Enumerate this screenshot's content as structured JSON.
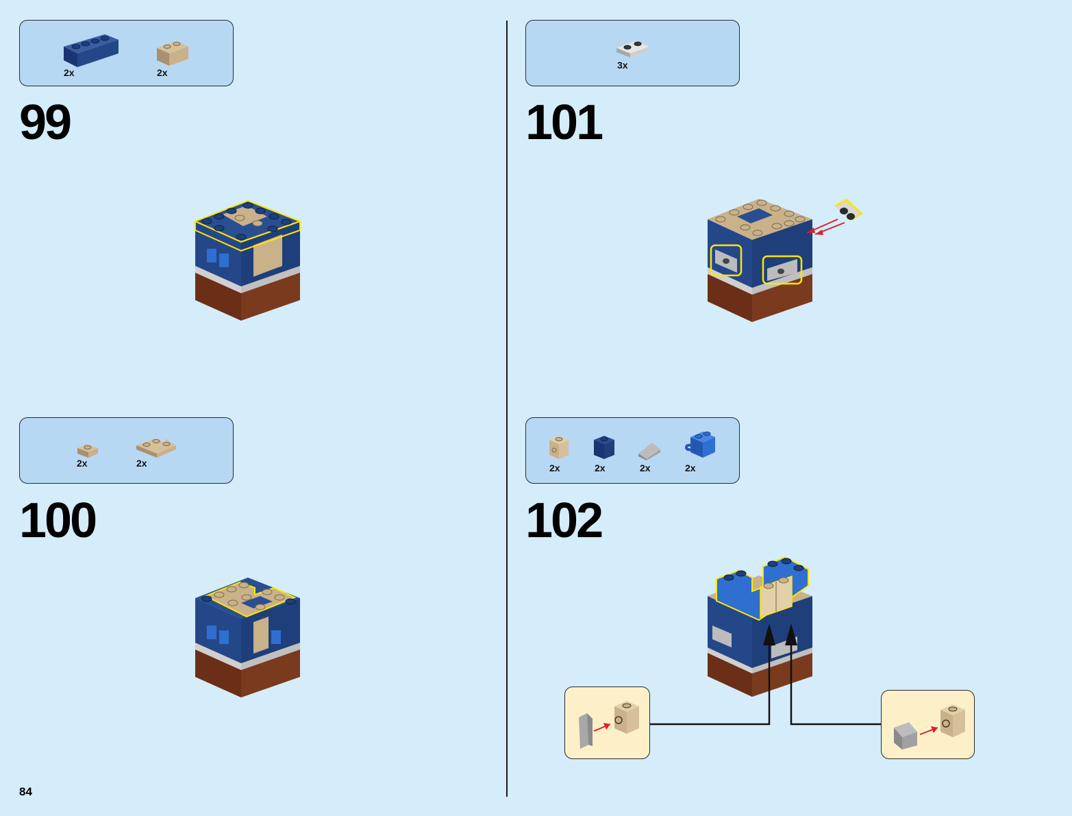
{
  "page_number": "84",
  "colors": {
    "background": "#d5ecfa",
    "parts_box": "#b7d8f3",
    "callout": "#fdf0c8",
    "dark_blue": "#1e3f7a",
    "medium_blue": "#2f6fd0",
    "tan": "#c9b18a",
    "reddish_brown": "#7a3a1e",
    "light_gray": "#cfcfcf",
    "highlight": "#ffe600",
    "arrow_red": "#d8202a"
  },
  "steps": [
    {
      "number": "99",
      "parts": [
        {
          "icon": "dark-blue-brick-1x4-icon",
          "qty": "2x"
        },
        {
          "icon": "tan-brick-1x2-icon",
          "qty": "2x"
        }
      ]
    },
    {
      "number": "100",
      "parts": [
        {
          "icon": "tan-plate-1x1-icon",
          "qty": "2x"
        },
        {
          "icon": "tan-corner-plate-icon",
          "qty": "2x"
        }
      ]
    },
    {
      "number": "101",
      "parts": [
        {
          "icon": "light-gray-plate-1x2-icon",
          "qty": "3x"
        }
      ]
    },
    {
      "number": "102",
      "parts": [
        {
          "icon": "tan-bracket-brick-icon",
          "qty": "2x"
        },
        {
          "icon": "dark-blue-brick-1x1-icon",
          "qty": "2x"
        },
        {
          "icon": "gray-slope-tile-icon",
          "qty": "2x"
        },
        {
          "icon": "blue-clip-brick-icon",
          "qty": "2x"
        }
      ]
    }
  ]
}
